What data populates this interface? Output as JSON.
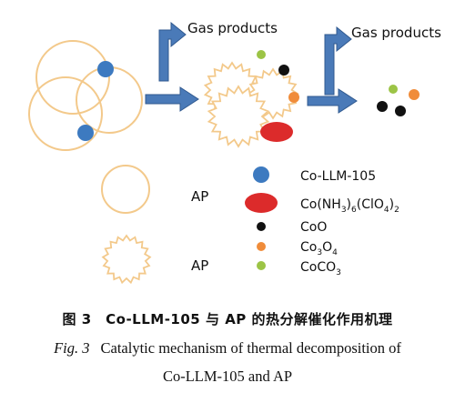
{
  "diagram": {
    "gas_label_1": "Gas products",
    "gas_label_2": "Gas products",
    "legend_ap_circle_label": "AP",
    "legend_ap_star_label": "AP",
    "legend": [
      {
        "icon": "blue-circle-icon",
        "color": "#3d7ac0",
        "label": "Co-LLM-105"
      },
      {
        "icon": "red-ellipse-icon",
        "color": "#dc2b2b",
        "label": "Co(NH3)6(ClO4)2"
      },
      {
        "icon": "black-circle-icon",
        "color": "#111111",
        "label": "CoO"
      },
      {
        "icon": "orange-circle-icon",
        "color": "#f08c3a",
        "label": "Co3O4"
      },
      {
        "icon": "green-circle-icon",
        "color": "#9cc446",
        "label": "CoCO3"
      }
    ],
    "colors": {
      "arrow": "#4a7ab8",
      "arrow_stroke": "#30598f",
      "particle_outline": "#f3c98b"
    }
  },
  "caption": {
    "chinese": "图 3　Co-LLM-105 与 AP 的热分解催化作用机理",
    "english_label": "Fig. 3",
    "english_line1": "Catalytic mechanism of thermal decomposition of",
    "english_line2": "Co-LLM-105 and AP"
  }
}
